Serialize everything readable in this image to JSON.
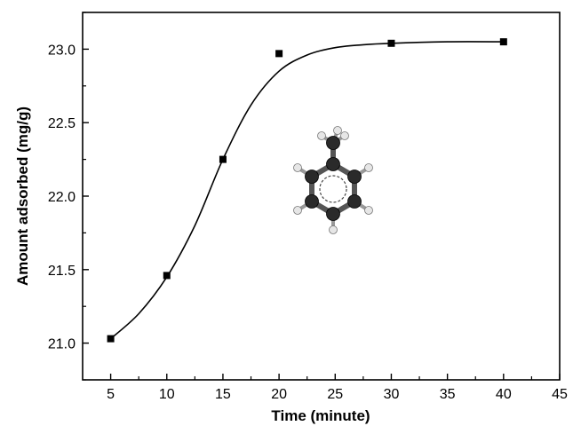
{
  "chart_data": {
    "type": "scatter",
    "title": "",
    "xlabel": "Time (minute)",
    "ylabel": "Amount adsorbed (mg/g)",
    "xlim": [
      2.5,
      45
    ],
    "ylim": [
      20.75,
      23.25
    ],
    "x_ticks": [
      5,
      10,
      15,
      20,
      25,
      30,
      35,
      40,
      45
    ],
    "y_ticks": [
      21.0,
      21.5,
      22.0,
      22.5,
      23.0
    ],
    "x_tick_labels": [
      "5",
      "10",
      "15",
      "20",
      "25",
      "30",
      "35",
      "40",
      "45"
    ],
    "y_tick_labels": [
      "21.0",
      "21.5",
      "22.0",
      "22.5",
      "23.0"
    ],
    "grid": false,
    "series": [
      {
        "marker": "square",
        "color": "#000000",
        "x": [
          5,
          10,
          15,
          20,
          30,
          40
        ],
        "y": [
          21.03,
          21.46,
          22.25,
          22.97,
          23.04,
          23.05
        ]
      }
    ],
    "fit_curve": {
      "color": "#000000",
      "x": [
        5,
        7.5,
        10,
        12.5,
        15,
        17.5,
        20,
        22.5,
        25,
        27.5,
        30,
        35,
        40
      ],
      "y": [
        21.03,
        21.2,
        21.45,
        21.8,
        22.25,
        22.62,
        22.85,
        22.96,
        23.01,
        23.03,
        23.04,
        23.05,
        23.05
      ]
    },
    "inset": "toluene-molecule"
  }
}
